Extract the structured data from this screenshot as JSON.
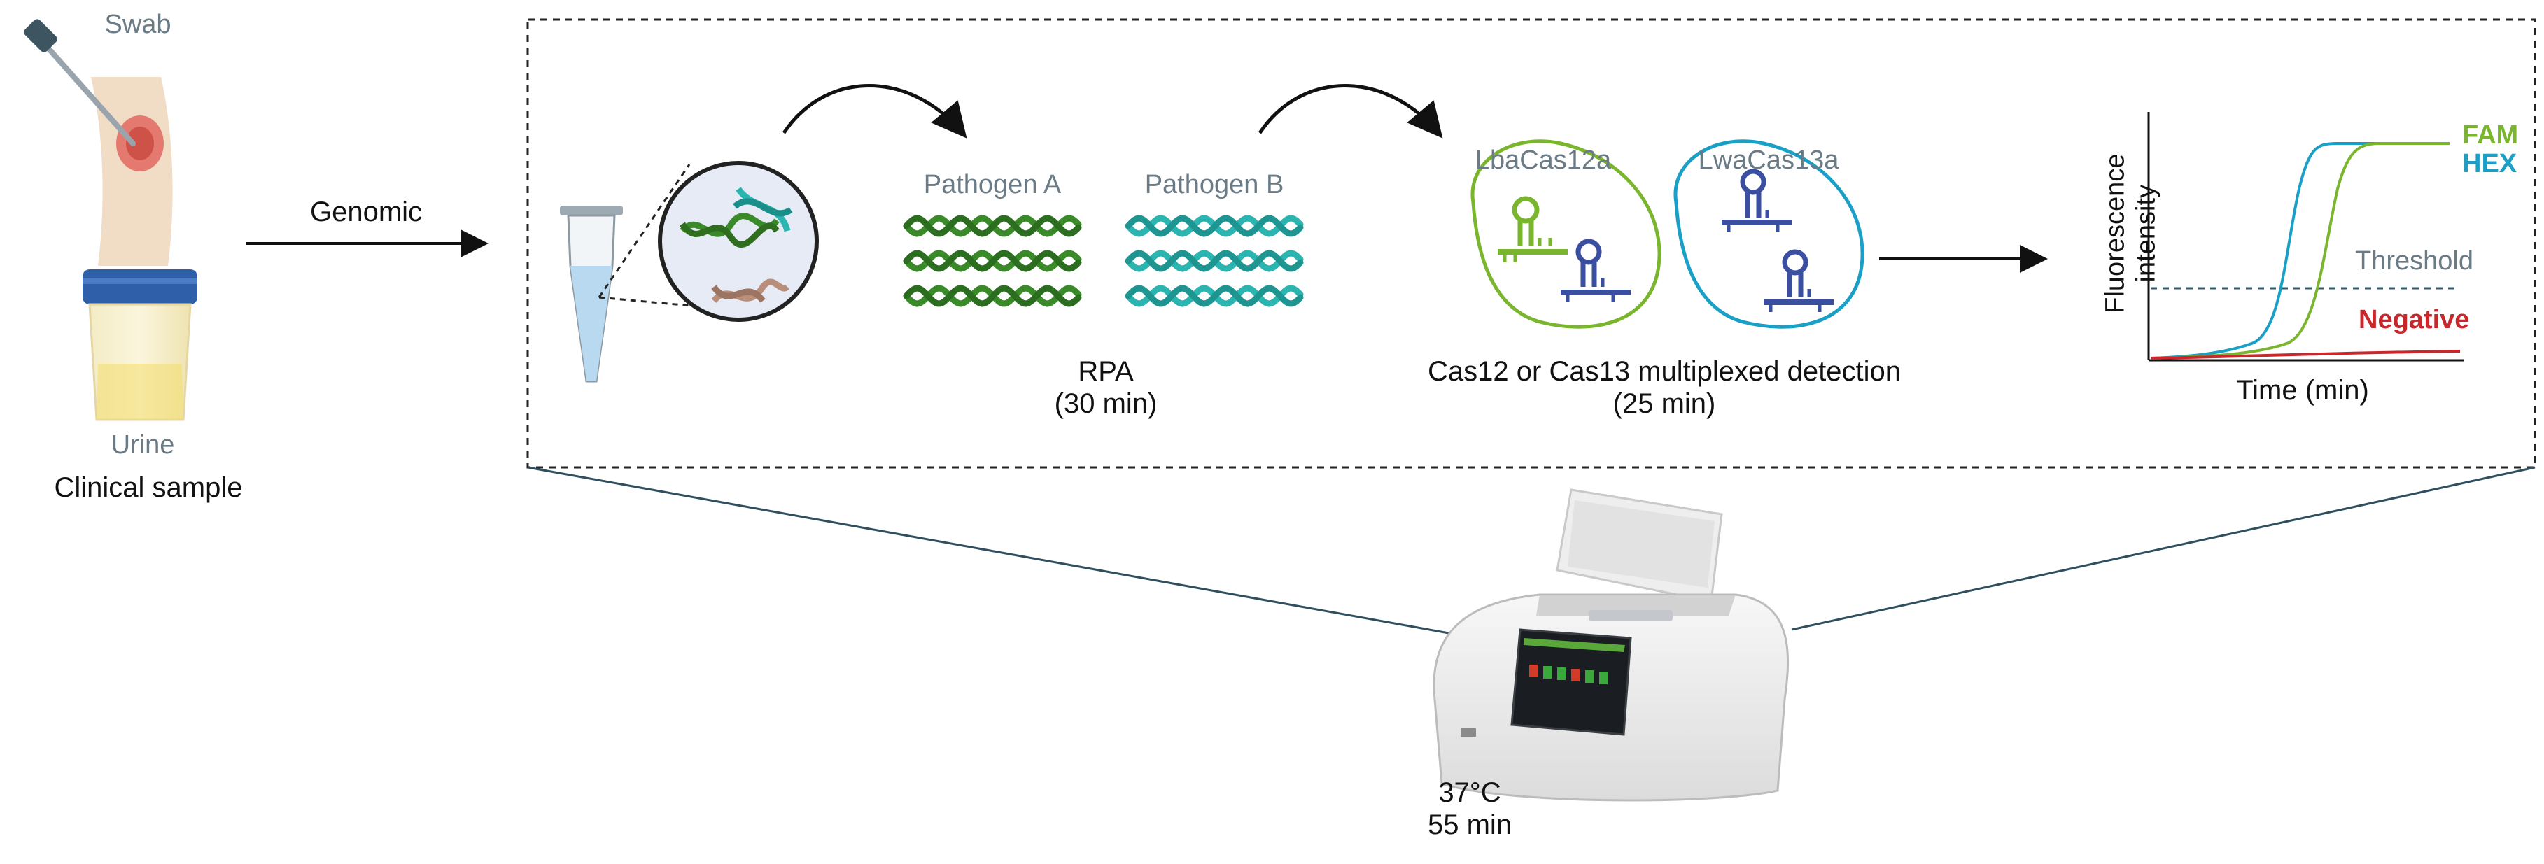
{
  "sample": {
    "swab_label": "Swab",
    "urine_label": "Urine",
    "clinical_label": "Clinical sample",
    "arrow_label": "Genomic"
  },
  "amplification": {
    "pathogen_a": "Pathogen A",
    "pathogen_b": "Pathogen B",
    "method": "RPA",
    "time": "(30 min)"
  },
  "detection": {
    "enzyme_1": "LbaCas12a",
    "enzyme_2": "LwaCas13a",
    "method": "Cas12 or Cas13 multiplexed detection",
    "time": "(25 min)"
  },
  "readout": {
    "y_axis_line1": "Fluorescence",
    "y_axis_line2": "intensity",
    "x_axis": "Time (min)",
    "series_1": "FAM",
    "series_2": "HEX",
    "threshold": "Threshold",
    "negative": "Negative"
  },
  "device": {
    "temperature": "37°C",
    "duration": "55 min"
  },
  "colors": {
    "fam_green": "#7ab52e",
    "hex_blue": "#1aa0c6",
    "negative_red": "#c8282b",
    "dna_green": "#3a8a2a",
    "dna_teal": "#2bb5b0",
    "cas_blue": "#3a4fa0",
    "label_grey": "#6b7b86"
  }
}
